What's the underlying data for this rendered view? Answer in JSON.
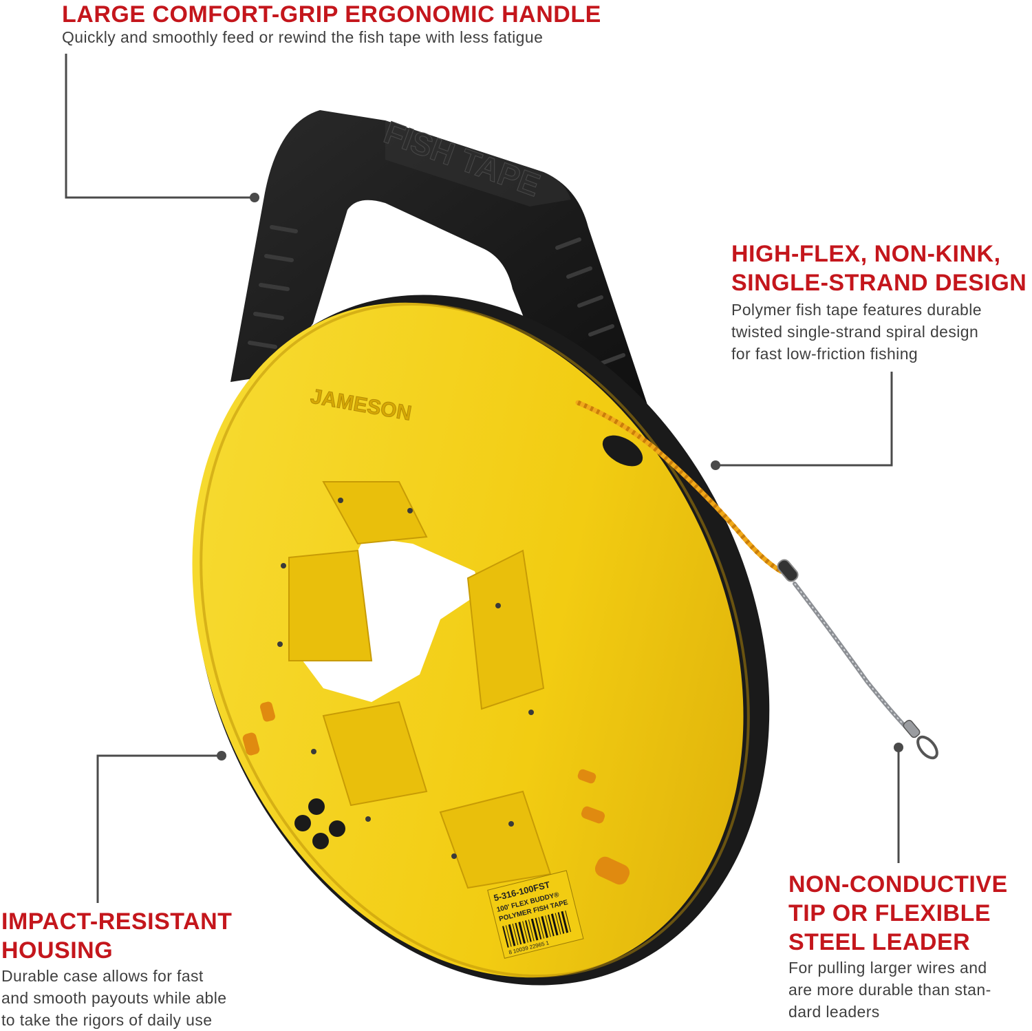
{
  "callouts": {
    "handle": {
      "heading": "LARGE COMFORT-GRIP ERGONOMIC HANDLE",
      "desc": "Quickly and smoothly feed or rewind the fish tape with less fatigue"
    },
    "design": {
      "heading_line1": "HIGH-FLEX, NON-KINK,",
      "heading_line2": "SINGLE-STRAND DESIGN",
      "desc_line1": "Polymer fish tape features durable",
      "desc_line2": "twisted single-strand spiral design",
      "desc_line3": "for fast low-friction fishing"
    },
    "housing": {
      "heading_line1": "IMPACT-RESISTANT",
      "heading_line2": "HOUSING",
      "desc_line1": "Durable case allows for fast",
      "desc_line2": "and smooth payouts while able",
      "desc_line3": "to take the rigors of daily use"
    },
    "tip": {
      "heading_line1": "NON-CONDUCTIVE",
      "heading_line2": "TIP OR FLEXIBLE",
      "heading_line3": "STEEL LEADER",
      "desc_line1": "For pulling larger wires and",
      "desc_line2": "are more durable than stan-",
      "desc_line3": "dard leaders"
    }
  },
  "product": {
    "handle_text": "FISH TAPE",
    "brand": "JAMESON",
    "label_line1": "5-316-100FST",
    "label_line2": "100' FLEX BUDDY®",
    "label_line3": "POLYMER FISH TAPE",
    "barcode_number": "8 10039 22965 1"
  },
  "colors": {
    "accent_red": "#c4161c",
    "reel_yellow": "#f5d21e",
    "handle_black": "#1b1b1b",
    "text_gray": "#3f3f3f"
  }
}
